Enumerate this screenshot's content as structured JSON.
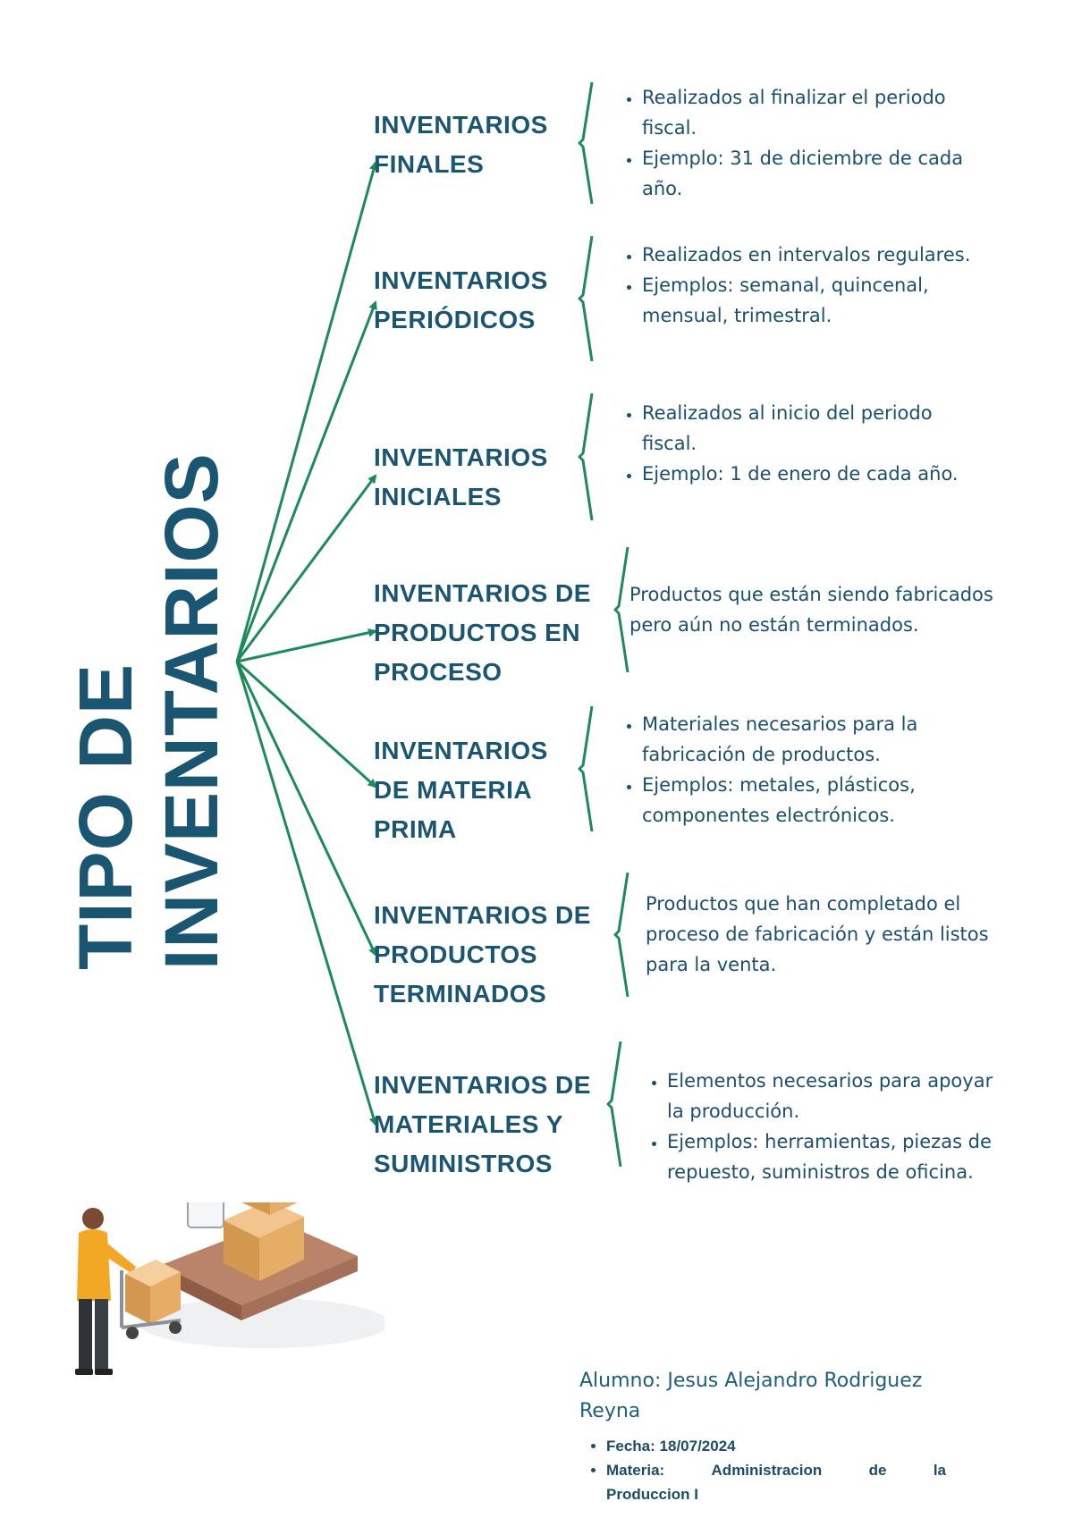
{
  "title": {
    "line1": "TIPO DE",
    "line2": "INVENTARIOS"
  },
  "colors": {
    "title": "#1a5572",
    "arrow": "#1e8a5c",
    "text": "#1b4f6d"
  },
  "categories": [
    {
      "name_lines": [
        "INVENTARIOS",
        "FINALES"
      ],
      "bullets": [
        "Realizados al finalizar el periodo fiscal.",
        "Ejemplo: 31 de diciembre de cada año."
      ]
    },
    {
      "name_lines": [
        "INVENTARIOS",
        "PERIÓDICOS"
      ],
      "bullets": [
        "Realizados en intervalos regulares.",
        "Ejemplos: semanal, quincenal, mensual, trimestral."
      ]
    },
    {
      "name_lines": [
        "INVENTARIOS",
        "INICIALES"
      ],
      "bullets": [
        "Realizados al inicio del periodo fiscal.",
        "Ejemplo: 1 de enero de cada año."
      ]
    },
    {
      "name_lines": [
        "INVENTARIOS DE",
        "PRODUCTOS EN",
        "PROCESO"
      ],
      "text": "Productos que están siendo fabricados pero aún no están terminados."
    },
    {
      "name_lines": [
        "INVENTARIOS",
        "DE MATERIA",
        "PRIMA"
      ],
      "bullets": [
        "Materiales necesarios para la fabricación de productos.",
        "Ejemplos: metales, plásticos, componentes electrónicos."
      ]
    },
    {
      "name_lines": [
        "INVENTARIOS DE",
        "PRODUCTOS",
        "TERMINADOS"
      ],
      "text": "Productos que han completado el proceso de fabricación y están listos para la venta."
    },
    {
      "name_lines": [
        "INVENTARIOS DE",
        "MATERIALES Y",
        "SUMINISTROS"
      ],
      "bullets": [
        "Elementos necesarios para apoyar la producción.",
        "Ejemplos: herramientas, piezas de repuesto, suministros de oficina."
      ]
    }
  ],
  "footer": {
    "student": "Alumno: Jesus Alejandro Rodriguez Reyna",
    "date_label": "Fecha:",
    "date": "18/07/2024",
    "subject_label": "Materia:",
    "subject_words": [
      "Administracion",
      "de",
      "la"
    ],
    "subject_last": "Produccion I"
  }
}
